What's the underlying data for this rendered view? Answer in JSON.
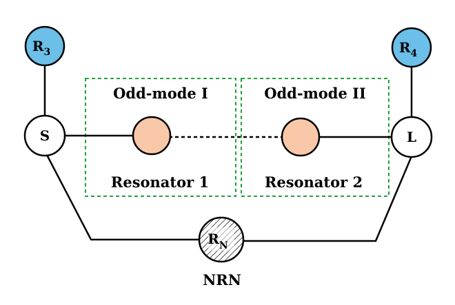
{
  "nodes": {
    "r3": {
      "main": "R",
      "sub": "3"
    },
    "r4": {
      "main": "R",
      "sub": "4"
    },
    "source": {
      "label": "S"
    },
    "load": {
      "label": "L"
    },
    "nrn": {
      "main": "R",
      "sub": "N",
      "caption": "NRN"
    }
  },
  "boxes": {
    "odd_mode_1": {
      "title": "Odd-mode I",
      "resonator": "Resonator 1"
    },
    "odd_mode_2": {
      "title": "Odd-mode II",
      "resonator": "Resonator 2"
    }
  },
  "colors": {
    "resistor_fill": "#6bbfe8",
    "resonator_fill": "#f9c8a8",
    "box_border": "#1fa33a",
    "line": "#000000"
  }
}
